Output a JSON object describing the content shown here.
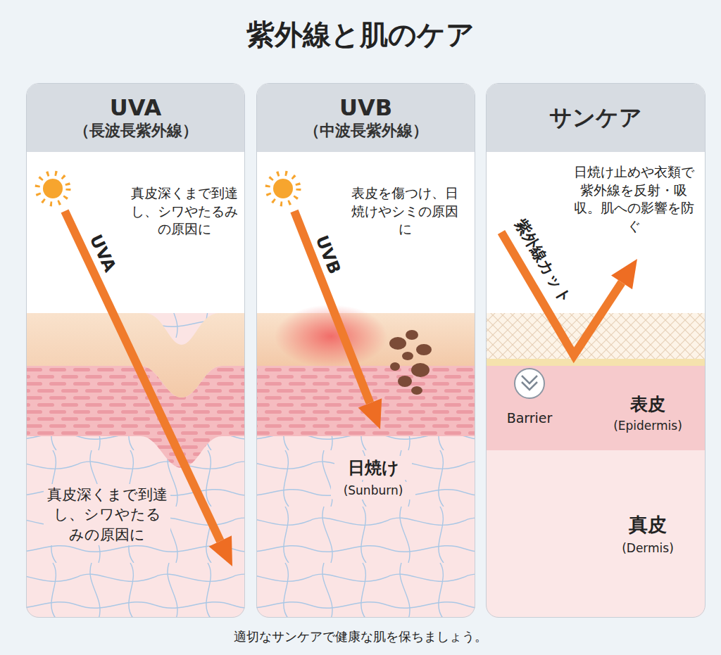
{
  "diagram": {
    "title": "紫外線と肌のケア",
    "caption": "適切なサンケアで健康な肌を保ちましょう。",
    "nodes": [
      {
        "text": [
          "UVA",
          "（長波長紫外線）"
        ]
      },
      {
        "text": [
          "UVB",
          "（中波長紫外線）"
        ]
      },
      {
        "text": [
          "サンケア"
        ]
      }
    ],
    "labels": [
      "真皮深くまで到達し、シワやたるみの原因に",
      "UVA",
      "真皮深くまで到達し、シワやたるみの原因に",
      "表皮を傷つけ、日焼けやシミの原因に",
      "UVB",
      "日焼け",
      "(Sunburn)",
      "紫外線カット",
      "日焼け止めや衣類で紫外線を反射・吸収。肌への影響を防ぐ",
      "Barrier",
      "表皮",
      "(Epidermis)",
      "真皮",
      "(Dermis)"
    ]
  }
}
